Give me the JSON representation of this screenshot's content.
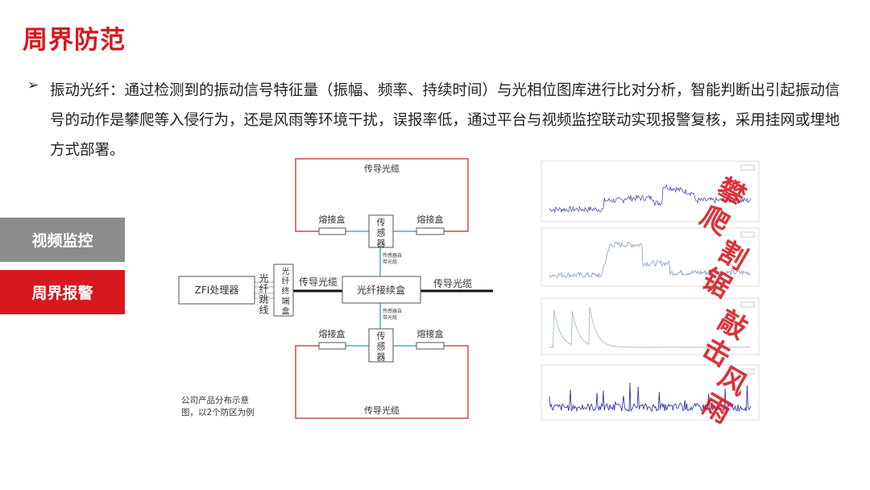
{
  "title": "周界防范",
  "bullet": {
    "icon": "arrow-right-icon",
    "text": "振动光纤：通过检测到的振动信号特征量（振幅、频率、持续时间）与光相位图库进行比对分析，智能判断出引起振动信号的动作是攀爬等入侵行为，还是风雨等环境干扰，误报率低，通过平台与视频监控联动实现报警复核，采用挂网或埋地方式部署。"
  },
  "side_buttons": [
    {
      "label": "视频监控",
      "color": "#8c8c8c"
    },
    {
      "label": "周界报警",
      "color": "#d7181f"
    }
  ],
  "diagram": {
    "processor": "ZFI处理器",
    "patch_cord": "光纤跳线",
    "terminal_box": "光纤终端盒",
    "splice_closure": "光纤接续盒",
    "cable": "传导光缆",
    "fusion_box": "熔接盒",
    "sensor": "传感器",
    "sensor_cable": [
      "传感器自",
      "带光缆"
    ],
    "caption": [
      "公司产品分布示意",
      "图，以2个防区为例"
    ],
    "colors": {
      "loop": "#c0504d",
      "link": "#4bacc6",
      "trunk": "#111111"
    }
  },
  "signal_charts": [
    {
      "label": "攀爬",
      "pattern": "climb"
    },
    {
      "label": "割锯",
      "pattern": "saw"
    },
    {
      "label": "敲击",
      "pattern": "knock"
    },
    {
      "label": "风雨",
      "pattern": "wind-rain"
    }
  ],
  "colors": {
    "accent": "#d7181f",
    "signal_line": "#3a3aa8"
  }
}
